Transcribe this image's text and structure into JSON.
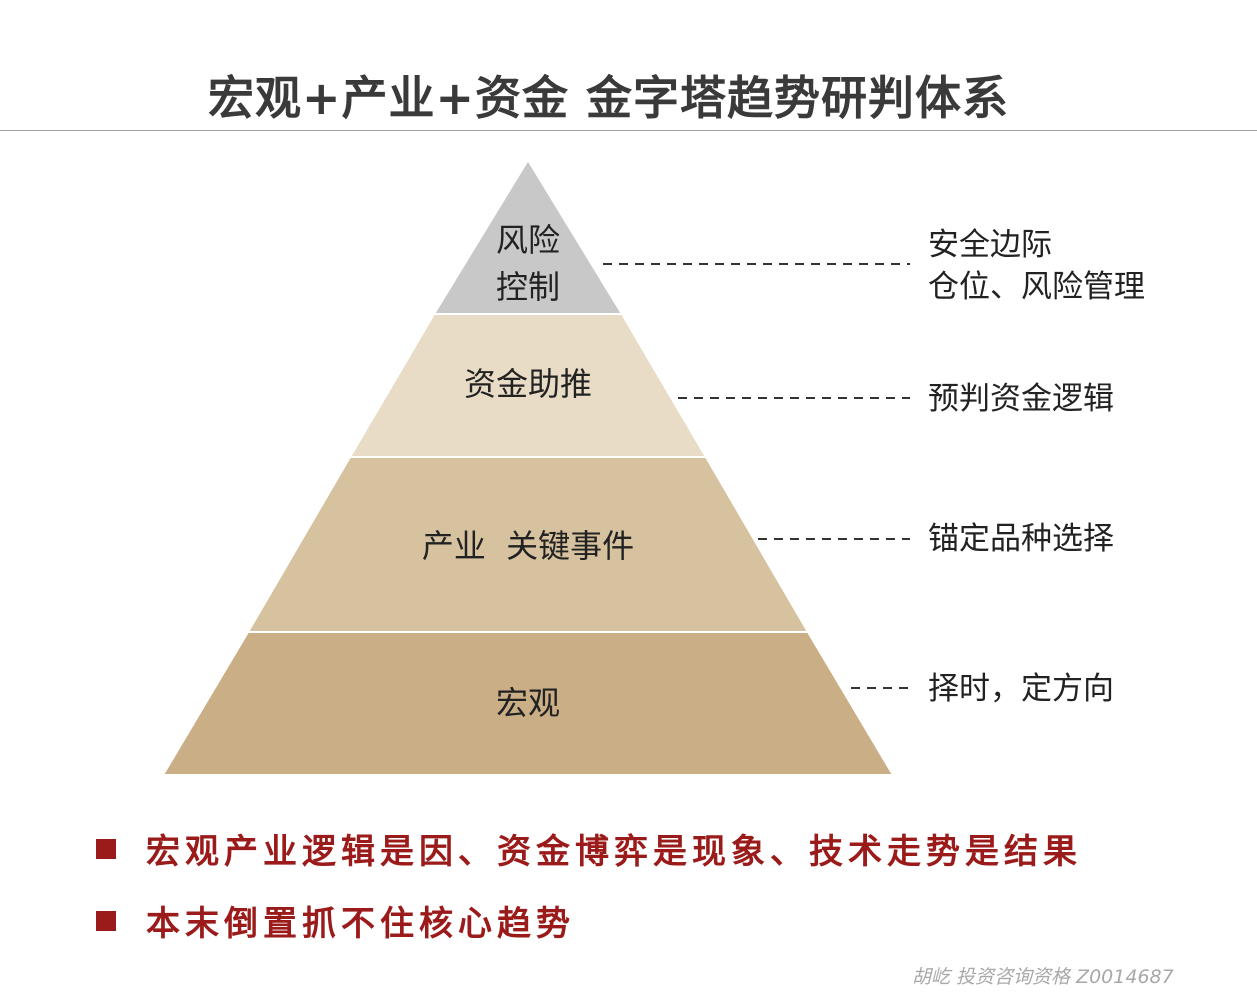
{
  "title": "宏观+产业+资金  金字塔趋势研判体系",
  "pyramid": {
    "layers": [
      {
        "label_lines": [
          "风险",
          "控制"
        ],
        "color": "#c8c8c8",
        "annotation_lines": [
          "安全边际",
          "仓位、风险管理"
        ]
      },
      {
        "label_lines": [
          "资金助推"
        ],
        "color": "#e8dcc6",
        "annotation_lines": [
          "预判资金逻辑"
        ]
      },
      {
        "label_lines": [
          "产业  关键事件"
        ],
        "color": "#d6c29f",
        "annotation_lines": [
          "锚定品种选择"
        ]
      },
      {
        "label_lines": [
          "宏观"
        ],
        "color": "#c9ae86",
        "annotation_lines": [
          "择时，定方向"
        ]
      }
    ]
  },
  "bullets": [
    "宏观产业逻辑是因、资金博弈是现象、技术走势是结果",
    "本末倒置抓不住核心趋势"
  ],
  "accent_color": "#9b1b1b",
  "footer": "胡屹 投资咨询资格 Z0014687"
}
